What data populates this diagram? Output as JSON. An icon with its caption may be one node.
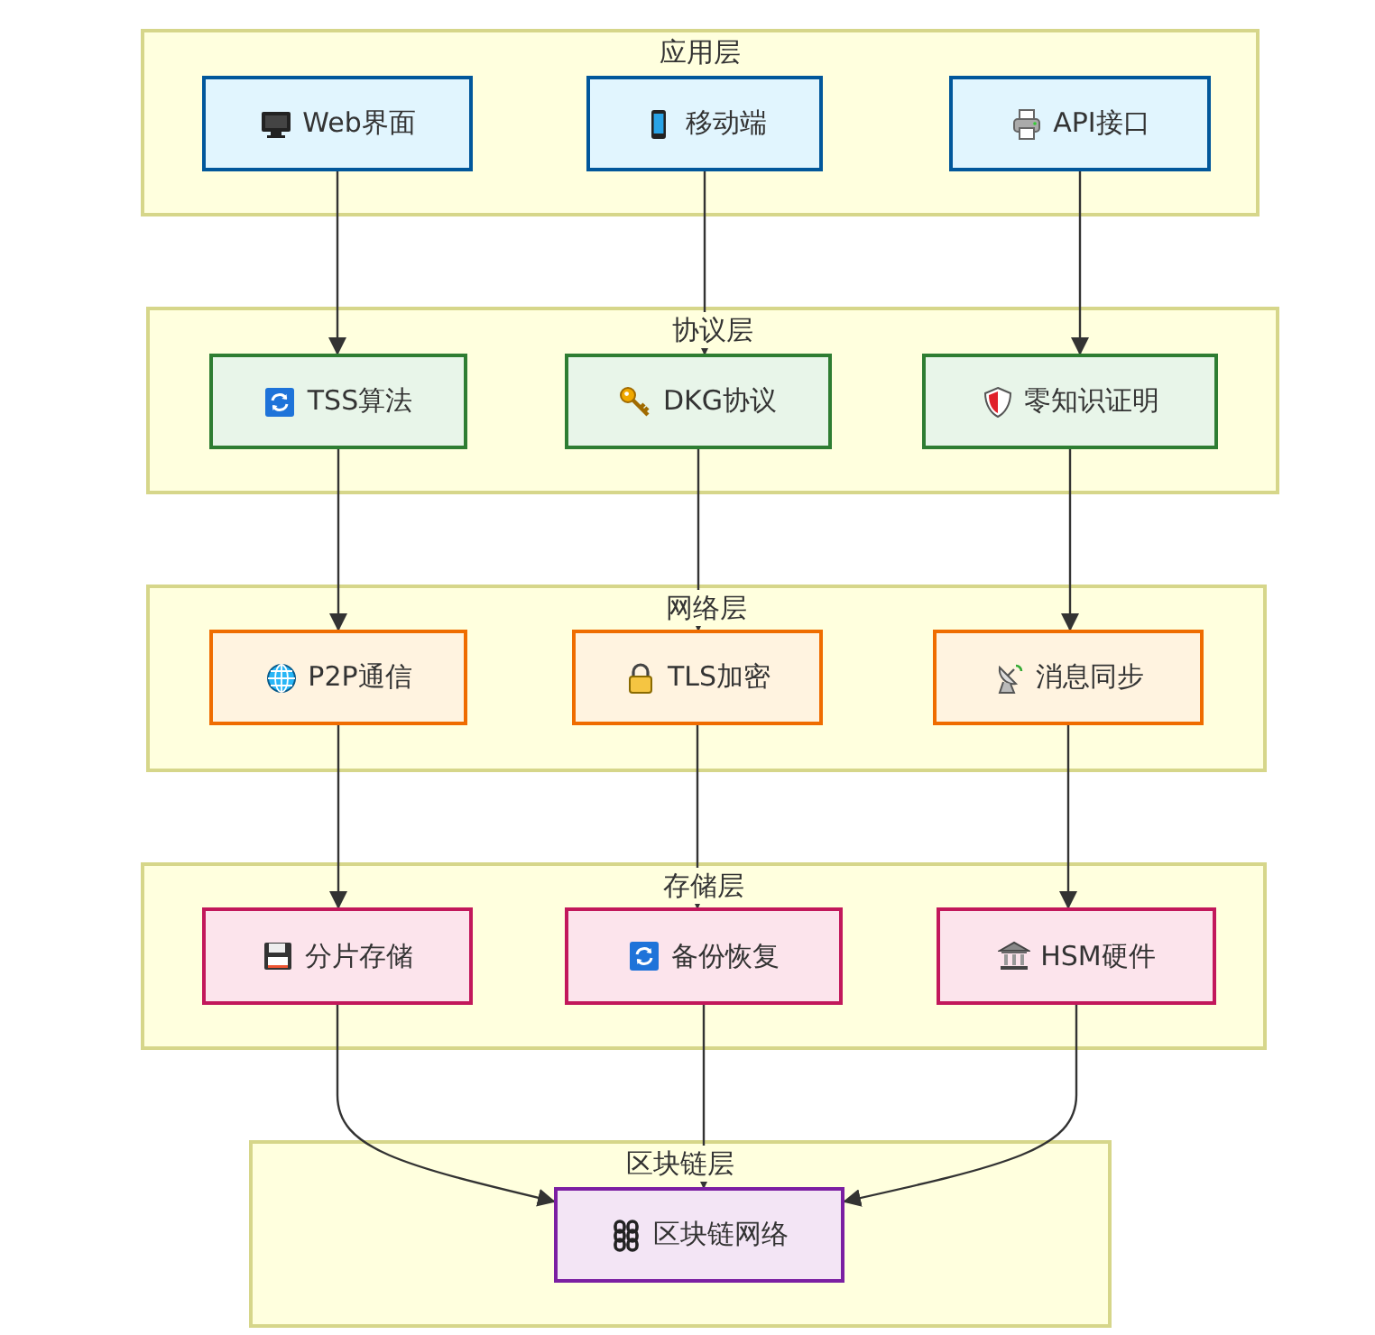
{
  "diagram": {
    "nodes": [
      {
        "text": [
          "应用层"
        ]
      },
      {
        "text": [
          "Web界面"
        ],
        "in": 0
      },
      {
        "text": [
          "移动端"
        ],
        "in": 0
      },
      {
        "text": [
          "API接口"
        ],
        "in": 0
      },
      {
        "text": [
          "协议层"
        ]
      },
      {
        "text": [
          "TSS算法"
        ],
        "in": 4
      },
      {
        "text": [
          "DKG协议"
        ],
        "in": 4
      },
      {
        "text": [
          "零知识证明"
        ],
        "in": 4
      },
      {
        "text": [
          "网络层"
        ]
      },
      {
        "text": [
          "P2P通信"
        ],
        "in": 8
      },
      {
        "text": [
          "TLS加密"
        ],
        "in": 8
      },
      {
        "text": [
          "消息同步"
        ],
        "in": 8
      },
      {
        "text": [
          "存储层"
        ]
      },
      {
        "text": [
          "分片存储"
        ],
        "in": 12
      },
      {
        "text": [
          "备份恢复"
        ],
        "in": 12
      },
      {
        "text": [
          "HSM硬件"
        ],
        "in": 12
      },
      {
        "text": [
          "区块链层"
        ]
      },
      {
        "text": [
          "区块链网络"
        ],
        "in": 16
      }
    ],
    "edges": [
      {
        "from": 1,
        "to": 5,
        "arrow": "to"
      },
      {
        "from": 2,
        "to": 6,
        "arrow": "to"
      },
      {
        "from": 3,
        "to": 7,
        "arrow": "to"
      },
      {
        "from": 5,
        "to": 9,
        "arrow": "to"
      },
      {
        "from": 6,
        "to": 10,
        "arrow": "to"
      },
      {
        "from": 7,
        "to": 11,
        "arrow": "to"
      },
      {
        "from": 9,
        "to": 13,
        "arrow": "to"
      },
      {
        "from": 10,
        "to": 14,
        "arrow": "to"
      },
      {
        "from": 11,
        "to": 15,
        "arrow": "to"
      },
      {
        "from": 13,
        "to": 17,
        "arrow": "to"
      },
      {
        "from": 14,
        "to": 17,
        "arrow": "to"
      },
      {
        "from": 15,
        "to": 17,
        "arrow": "to"
      }
    ]
  }
}
